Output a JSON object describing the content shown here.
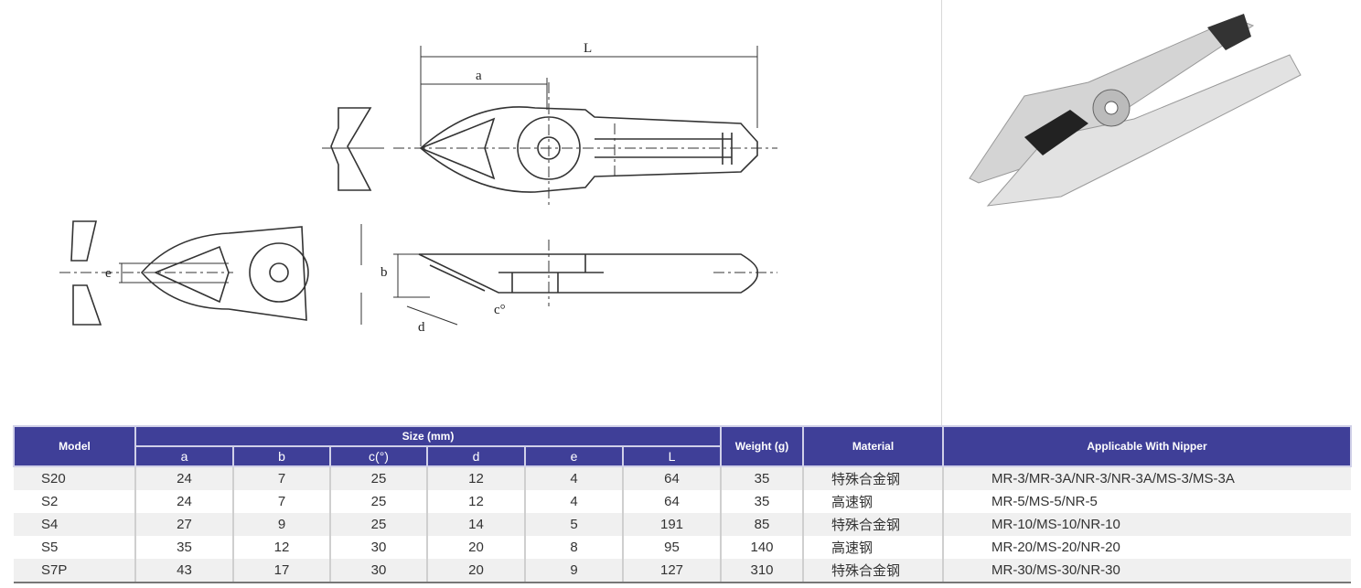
{
  "diagram": {
    "labels": {
      "L": "L",
      "a": "a",
      "b": "b",
      "c": "c°",
      "d": "d",
      "e": "e"
    }
  },
  "table": {
    "headers": {
      "model": "Model",
      "size": "Size (mm)",
      "weight": "Weight (g)",
      "material": "Material",
      "applicable": "Applicable With Nipper",
      "size_columns": [
        "a",
        "b",
        "c(°)",
        "d",
        "e",
        "L"
      ]
    },
    "rows": [
      {
        "model": "S20",
        "a": "24",
        "b": "7",
        "c": "25",
        "d": "12",
        "e": "4",
        "L": "64",
        "weight": "35",
        "material": "特殊合金钢",
        "applicable": "MR-3/MR-3A/NR-3/NR-3A/MS-3/MS-3A"
      },
      {
        "model": "S2",
        "a": "24",
        "b": "7",
        "c": "25",
        "d": "12",
        "e": "4",
        "L": "64",
        "weight": "35",
        "material": "高速钢",
        "applicable": "MR-5/MS-5/NR-5"
      },
      {
        "model": "S4",
        "a": "27",
        "b": "9",
        "c": "25",
        "d": "14",
        "e": "5",
        "L": "191",
        "weight": "85",
        "material": "特殊合金钢",
        "applicable": "MR-10/MS-10/NR-10"
      },
      {
        "model": "S5",
        "a": "35",
        "b": "12",
        "c": "30",
        "d": "20",
        "e": "8",
        "L": "95",
        "weight": "140",
        "material": "高速钢",
        "applicable": "MR-20/MS-20/NR-20"
      },
      {
        "model": "S7P",
        "a": "43",
        "b": "17",
        "c": "30",
        "d": "20",
        "e": "9",
        "L": "127",
        "weight": "310",
        "material": "特殊合金钢",
        "applicable": "MR-30/MS-30/NR-30"
      }
    ]
  }
}
